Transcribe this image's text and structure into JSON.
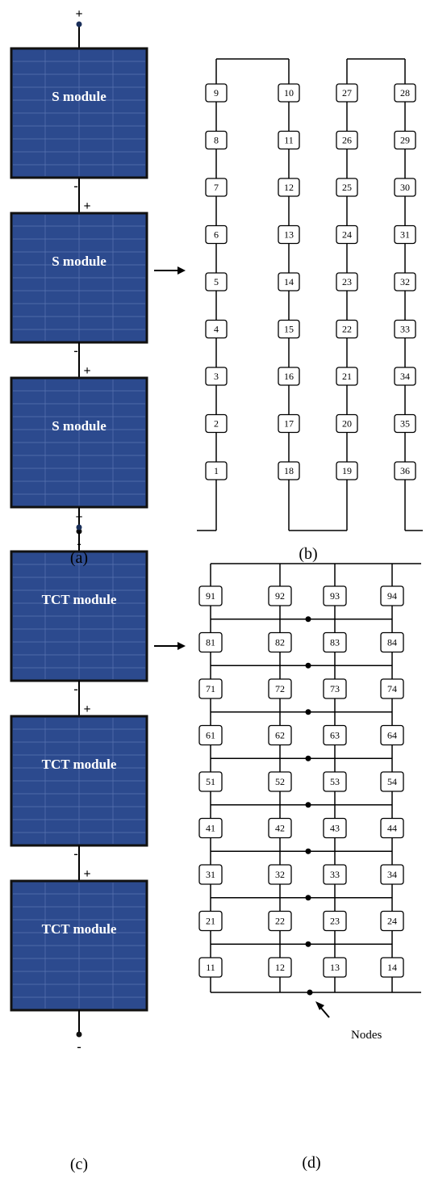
{
  "panels": {
    "a": {
      "caption": "(a)",
      "modules": [
        "S module",
        "S module",
        "S module"
      ],
      "terminals": {
        "top": "+",
        "bottom": "-",
        "between_top": "-",
        "between_bottom": "+"
      }
    },
    "b": {
      "caption": "(b)",
      "columns": [
        [
          "9",
          "8",
          "7",
          "6",
          "5",
          "4",
          "3",
          "2",
          "1"
        ],
        [
          "10",
          "11",
          "12",
          "13",
          "14",
          "15",
          "16",
          "17",
          "18"
        ],
        [
          "27",
          "26",
          "25",
          "24",
          "23",
          "22",
          "21",
          "20",
          "19"
        ],
        [
          "28",
          "29",
          "30",
          "31",
          "32",
          "33",
          "34",
          "35",
          "36"
        ]
      ]
    },
    "c": {
      "caption": "(c)",
      "modules": [
        "TCT module",
        "TCT module",
        "TCT module"
      ],
      "terminals": {
        "top": "+",
        "bottom": "-",
        "between_top": "-",
        "between_bottom": "+"
      }
    },
    "d": {
      "caption": "(d)",
      "rows": [
        [
          "91",
          "92",
          "93",
          "94"
        ],
        [
          "81",
          "82",
          "83",
          "84"
        ],
        [
          "71",
          "72",
          "73",
          "74"
        ],
        [
          "61",
          "62",
          "63",
          "64"
        ],
        [
          "51",
          "52",
          "53",
          "54"
        ],
        [
          "41",
          "42",
          "43",
          "44"
        ],
        [
          "31",
          "32",
          "33",
          "34"
        ],
        [
          "21",
          "22",
          "23",
          "24"
        ],
        [
          "11",
          "12",
          "13",
          "14"
        ]
      ],
      "nodes_label": "Nodes"
    }
  },
  "colors": {
    "module_fill": "#2c4a8e",
    "module_grid": "#5a74b0",
    "line": "#000000",
    "terminal_dot": "#1a2f5a"
  }
}
